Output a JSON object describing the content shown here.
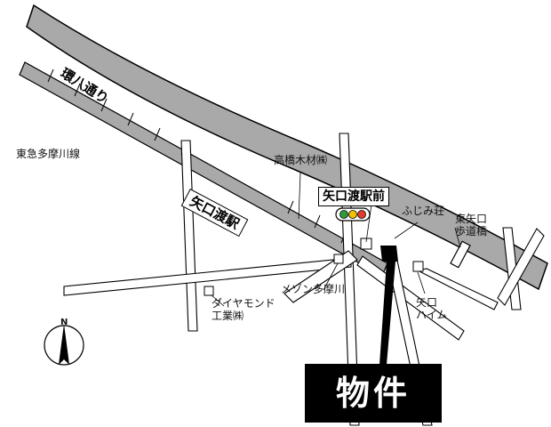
{
  "roads": {
    "kanpachi": "環八通り",
    "line": "東急多摩川線"
  },
  "station": "矢口渡駅",
  "intersection": "矢口渡駅前",
  "places": {
    "takahashi": "高橋木材㈱",
    "fujimiso": "ふじみ荘",
    "footbridge_1": "東矢口",
    "footbridge_2": "歩道橋",
    "maison": "メゾン多摩川",
    "diamond_1": "ダイヤモンド",
    "diamond_2": "工業㈱",
    "yaguchi_1": "矢口",
    "yaguchi_2": "ハイム"
  },
  "north": "N",
  "property": "物件",
  "colors": {
    "road_fill": "#a9a9a9",
    "outline": "#000000",
    "signal_green": "#2e9b3a",
    "signal_yellow": "#f2c200",
    "signal_red": "#e23b2e"
  }
}
